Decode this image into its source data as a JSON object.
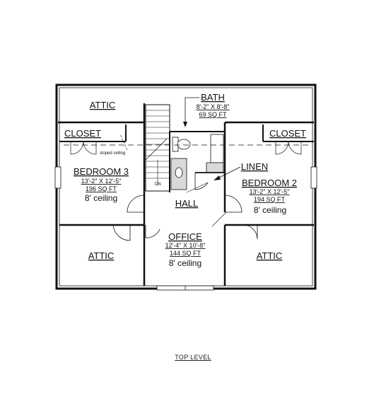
{
  "rooms": {
    "attic_top": {
      "name": "ATTIC"
    },
    "bath": {
      "name": "BATH",
      "dims": "8'-2\" X 8'-8\"",
      "area": "69 SQ FT"
    },
    "closet_left": {
      "name": "CLOSET"
    },
    "closet_right": {
      "name": "CLOSET"
    },
    "bedroom3": {
      "name": "BEDROOM 3",
      "dims": "13'-2\" X 12'-5\"",
      "area": "196 SQ FT",
      "ceiling": "8' ceiling"
    },
    "bedroom2": {
      "name": "BEDROOM 2",
      "dims": "13'-2\" X 12'-5\"",
      "area": "194 SQ FT",
      "ceiling": "8' ceiling"
    },
    "linen": {
      "name": "LINEN"
    },
    "hall": {
      "name": "HALL"
    },
    "office": {
      "name": "OFFICE",
      "dims": "12'-4\" X 10'-8\"",
      "area": "144 SQ FT",
      "ceiling": "8' ceiling"
    },
    "attic_left": {
      "name": "ATTIC"
    },
    "attic_right": {
      "name": "ATTIC"
    }
  },
  "notes": {
    "sloped_ceiling": "sloped ceiling",
    "stair_dn": "DN"
  },
  "caption": "TOP LEVEL",
  "colors": {
    "line": "#111111",
    "fixture_fill": "#d9d9d9"
  }
}
